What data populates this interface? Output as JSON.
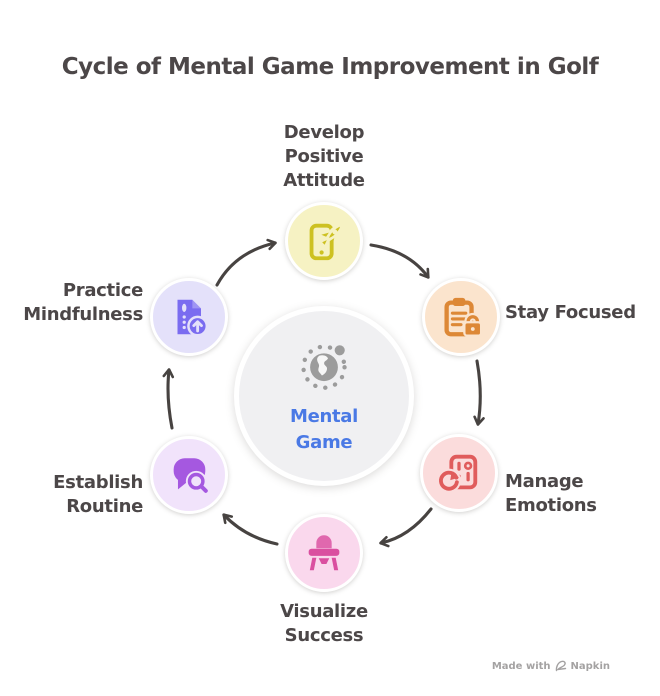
{
  "title": "Cycle of Mental Game Improvement in Golf",
  "diagram_type": "cycle",
  "center": {
    "icon": "globe-dotted-icon",
    "lines": [
      "Mental",
      "Game"
    ],
    "label_color": "#4a79e5",
    "bg_color": "#f0f0f2",
    "icon_color": "#9c9c9c"
  },
  "nodes": [
    {
      "id": "develop-positive-attitude",
      "lines": [
        "Develop",
        "Positive",
        "Attitude"
      ],
      "icon": "phone-rocket-icon",
      "bg_color": "#f6f2c3",
      "icon_color": "#cdc122",
      "position": "top"
    },
    {
      "id": "stay-focused",
      "lines": [
        "Stay Focused"
      ],
      "icon": "clipboard-lock-icon",
      "bg_color": "#fbe4cd",
      "icon_color": "#dd8836",
      "position": "upper-right"
    },
    {
      "id": "manage-emotions",
      "lines": [
        "Manage",
        "Emotions"
      ],
      "icon": "card-refresh-icon",
      "bg_color": "#fbdcdc",
      "icon_color": "#e05c5c",
      "position": "lower-right"
    },
    {
      "id": "visualize-success",
      "lines": [
        "Visualize",
        "Success"
      ],
      "icon": "high-chair-icon",
      "bg_color": "#fad8ed",
      "icon_color": "#da4fa0",
      "position": "bottom"
    },
    {
      "id": "establish-routine",
      "lines": [
        "Establish",
        "Routine"
      ],
      "icon": "speech-search-icon",
      "bg_color": "#f1e3fb",
      "icon_color": "#a558e0",
      "position": "lower-left"
    },
    {
      "id": "practice-mindfulness",
      "lines": [
        "Practice",
        "Mindfulness"
      ],
      "icon": "document-upload-icon",
      "bg_color": "#e4e1fa",
      "icon_color": "#7a6cf0",
      "position": "upper-left"
    }
  ],
  "flow": [
    "practice-mindfulness",
    "develop-positive-attitude",
    "stay-focused",
    "manage-emotions",
    "visualize-success",
    "establish-routine"
  ],
  "colors": {
    "text": "#4c4748",
    "arrow": "#474341",
    "background": "#ffffff"
  },
  "watermark": {
    "prefix": "Made with",
    "brand": "Napkin",
    "icon": "napkin-logo-icon"
  }
}
